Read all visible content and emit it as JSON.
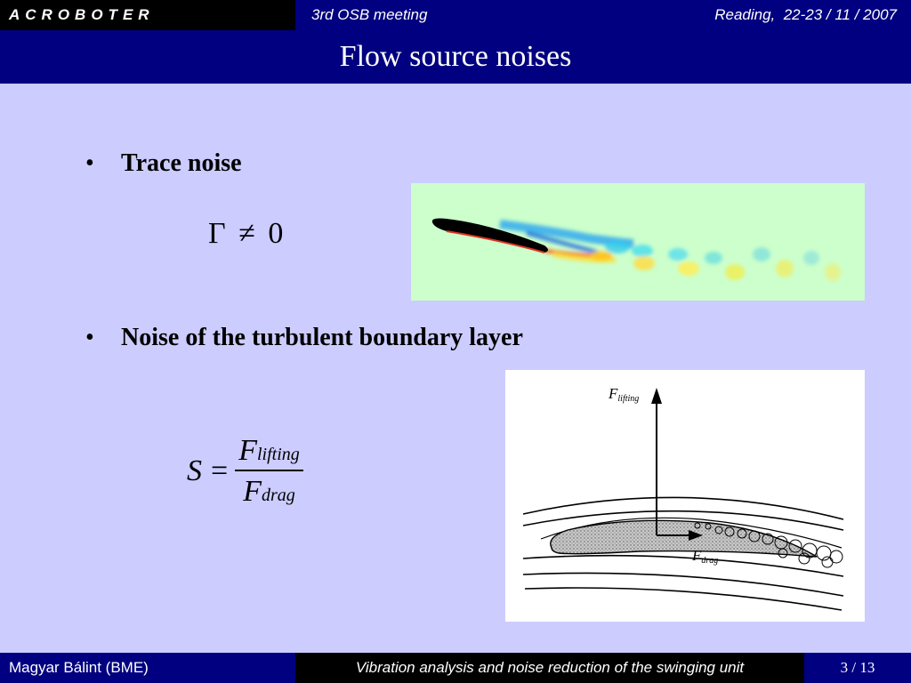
{
  "header": {
    "brand": "ACROBOTER",
    "meeting": "3rd OSB meeting",
    "location_date": "Reading,  22-23 / 11 / 2007"
  },
  "slide": {
    "title": "Flow source noises",
    "bullets": [
      {
        "text": "Trace noise"
      },
      {
        "text": "Noise of the turbulent boundary layer"
      }
    ],
    "formula_trace": {
      "lhs": "Γ",
      "op": "≠",
      "rhs": "0"
    },
    "formula_ratio": {
      "lhs": "S",
      "eq": "=",
      "num_base": "F",
      "num_sub": "lifting",
      "den_base": "F",
      "den_sub": "drag"
    },
    "diagram_labels": {
      "lift_base": "F",
      "lift_sub": "lifting",
      "drag_base": "F",
      "drag_sub": "drag"
    }
  },
  "footer": {
    "author": "Magyar Bálint (BME)",
    "project": "Vibration analysis and noise reduction of the swinging unit",
    "page": "3 / 13"
  },
  "colors": {
    "navy": "#000080",
    "background": "#ccccff",
    "wake_background": "#ccffcc"
  }
}
